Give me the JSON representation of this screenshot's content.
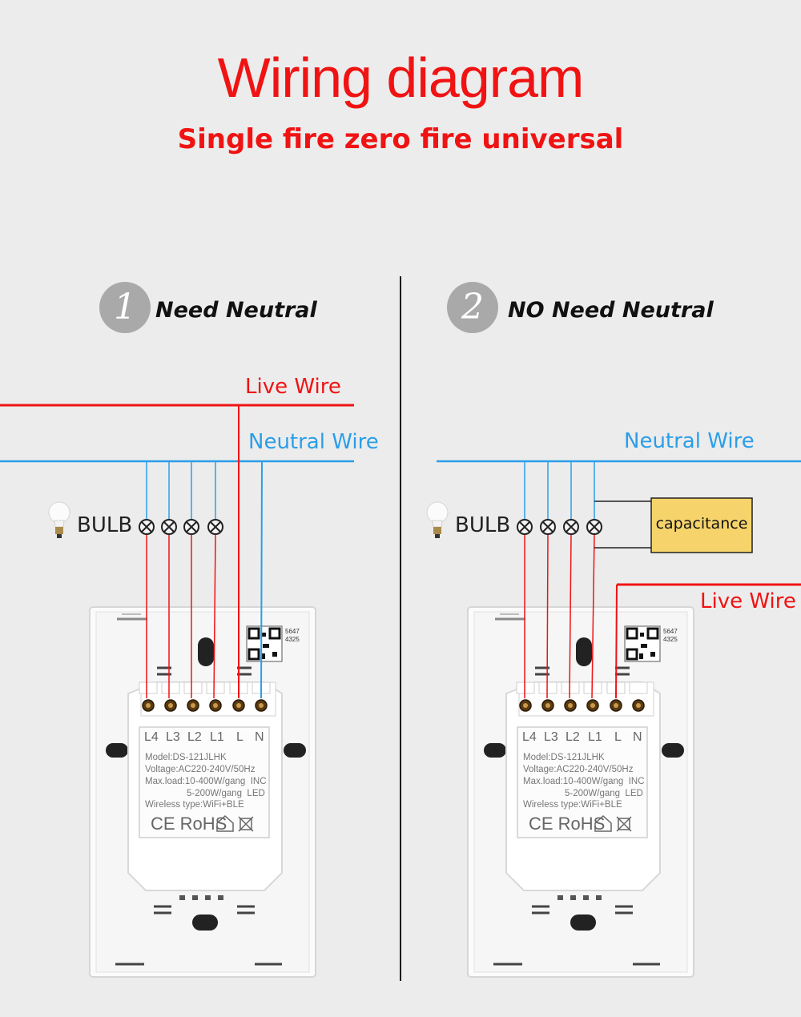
{
  "title": "Wiring diagram",
  "subtitle": "Single fire zero fire universal",
  "colors": {
    "live": "#f01313",
    "neutral": "#2b9ee8",
    "capacitance_fill": "#f6d46b",
    "badge": "#a9a9a9"
  },
  "panels": [
    {
      "number": "1",
      "label": "Need Neutral",
      "live_wire_label": "Live Wire",
      "neutral_wire_label": "Neutral Wire",
      "bulb_label": "BULB",
      "terminals": [
        "L4",
        "L3",
        "L2",
        "L1",
        "L",
        "N"
      ],
      "model": "Model:DS-121JLHK",
      "voltage": "Voltage:AC220-240V/50Hz",
      "maxload": "Max.load:10-400W/gang  INC",
      "maxload2": "5-200W/gang  LED",
      "wireless": "Wireless type:WiFi+BLE",
      "marks": "CE RoHS",
      "qr_code": "5647\n4325"
    },
    {
      "number": "2",
      "label": "NO Need Neutral",
      "live_wire_label": "Live Wire",
      "neutral_wire_label": "Neutral Wire",
      "bulb_label": "BULB",
      "capacitance_label": "capacitance",
      "terminals": [
        "L4",
        "L3",
        "L2",
        "L1",
        "L",
        "N"
      ],
      "model": "Model:DS-121JLHK",
      "voltage": "Voltage:AC220-240V/50Hz",
      "maxload": "Max.load:10-400W/gang  INC",
      "maxload2": "5-200W/gang  LED",
      "wireless": "Wireless type:WiFi+BLE",
      "marks": "CE RoHS",
      "qr_code": "5647\n4325"
    }
  ]
}
